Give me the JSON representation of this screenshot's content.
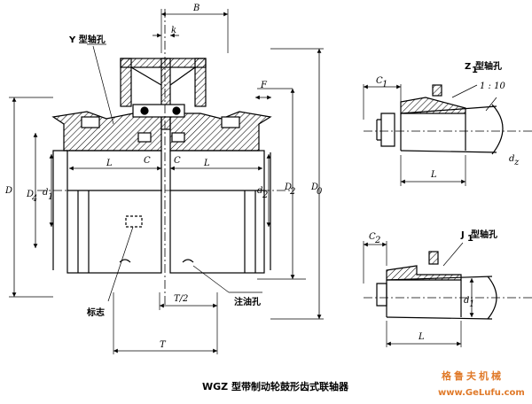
{
  "labels": {
    "B": "B",
    "k": "k",
    "y_hole": "Y 型轴孔",
    "F": "F",
    "D": "D",
    "D4": "D",
    "D4_sub": "4",
    "d1": "d",
    "d1_sub": "1",
    "L_left": "L",
    "L_right": "L",
    "C_left": "C",
    "C_right": "C",
    "d2": "d",
    "d2_sub": "2",
    "D2": "D",
    "D2_sub": "2",
    "D0": "D",
    "D0_sub": "0",
    "T_half": "T/2",
    "oil_hole": "注油孔",
    "mark": "标志",
    "T": "T",
    "C1": "C",
    "C1_sub": "1",
    "z1_hole": "Z",
    "z1_sub": "1",
    "z1_suffix": " 型轴孔",
    "taper": "1 : 10",
    "L_z1": "L",
    "dz": "d",
    "dz_sub": "z",
    "C2": "C",
    "C2_sub": "2",
    "j1_hole": "J",
    "j1_sub": "1",
    "j1_suffix": " 型轴孔",
    "d1_j1": "d",
    "d1_j1_sub": "1",
    "L_j1": "L"
  },
  "caption": "WGZ 型带制动轮鼓形齿式联轴器",
  "watermark": {
    "cn": "格鲁夫机械",
    "url": "www.GeLufu.com"
  },
  "colors": {
    "ink": "#000000",
    "hatch": "#000000",
    "watermark": "#e07a2a"
  }
}
